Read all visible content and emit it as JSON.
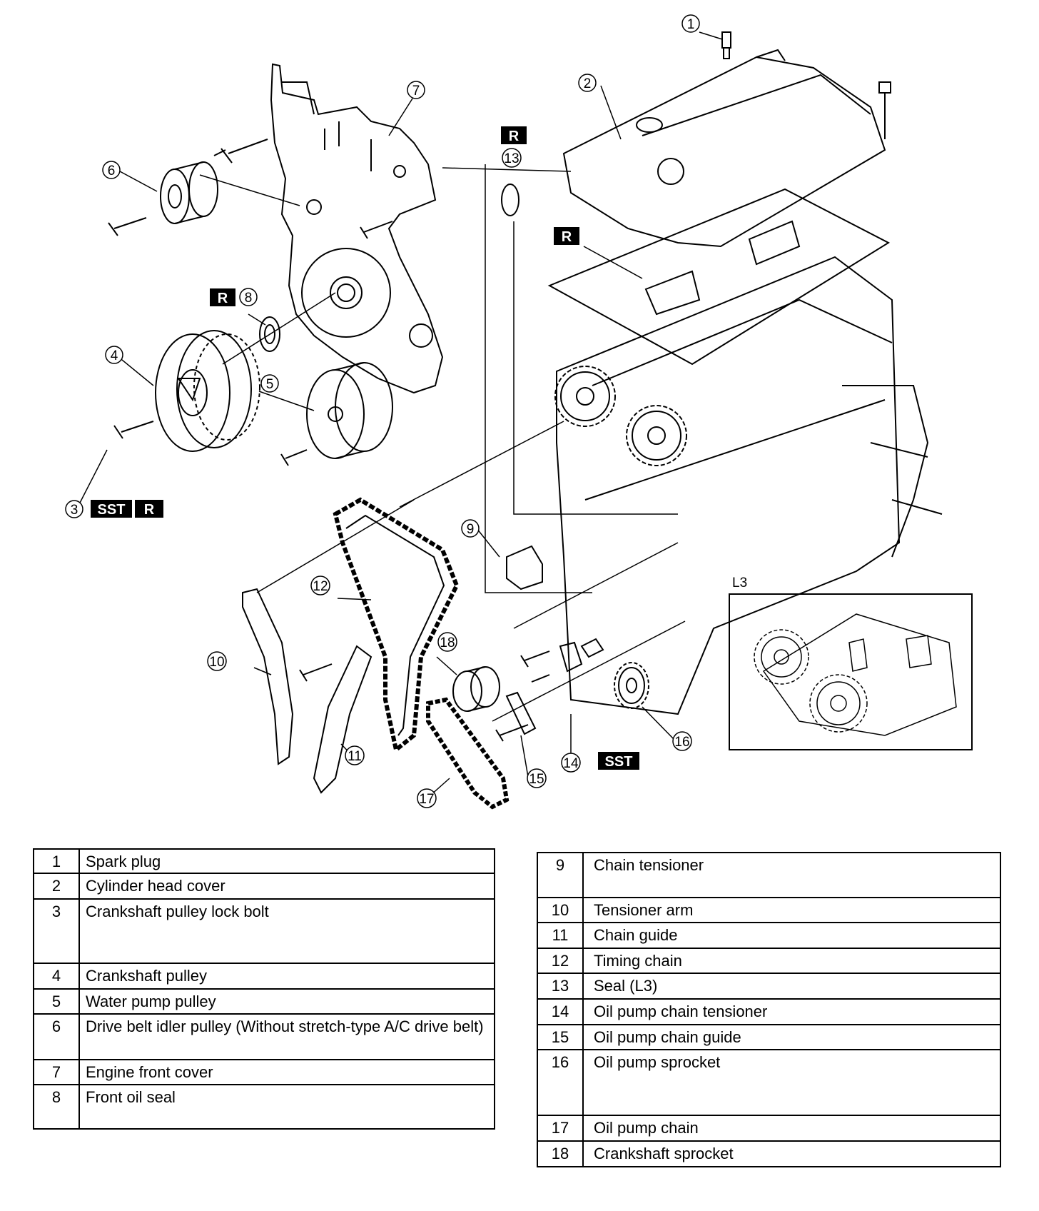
{
  "callouts": [
    {
      "id": "c1",
      "number": "1"
    },
    {
      "id": "c2",
      "number": "2"
    },
    {
      "id": "c3",
      "number": "3"
    },
    {
      "id": "c4",
      "number": "4"
    },
    {
      "id": "c5",
      "number": "5"
    },
    {
      "id": "c6",
      "number": "6"
    },
    {
      "id": "c7",
      "number": "7"
    },
    {
      "id": "c8",
      "number": "8"
    },
    {
      "id": "c9",
      "number": "9"
    },
    {
      "id": "c10",
      "number": "10"
    },
    {
      "id": "c11",
      "number": "11"
    },
    {
      "id": "c12",
      "number": "12"
    },
    {
      "id": "c13",
      "number": "13"
    },
    {
      "id": "c14",
      "number": "14"
    },
    {
      "id": "c15",
      "number": "15"
    },
    {
      "id": "c16",
      "number": "16"
    },
    {
      "id": "c17",
      "number": "17"
    },
    {
      "id": "c18",
      "number": "18"
    }
  ],
  "badges": {
    "replace": "R",
    "special_tool": "SST"
  },
  "inset": {
    "label": "L3"
  },
  "legend_left": [
    {
      "num": "1",
      "desc": "Spark plug"
    },
    {
      "num": "2",
      "desc": "Cylinder head cover"
    },
    {
      "num": "3",
      "desc": "Crankshaft pulley lock bolt"
    },
    {
      "num": "4",
      "desc": "Crankshaft pulley"
    },
    {
      "num": "5",
      "desc": "Water pump pulley"
    },
    {
      "num": "6",
      "desc": "Drive belt idler pulley (Without stretch-type A/C drive belt)"
    },
    {
      "num": "7",
      "desc": "Engine front cover"
    },
    {
      "num": "8",
      "desc": "Front oil seal"
    }
  ],
  "legend_right": [
    {
      "num": "9",
      "desc": "Chain tensioner"
    },
    {
      "num": "10",
      "desc": "Tensioner arm"
    },
    {
      "num": "11",
      "desc": "Chain guide"
    },
    {
      "num": "12",
      "desc": "Timing chain"
    },
    {
      "num": "13",
      "desc": "Seal (L3)"
    },
    {
      "num": "14",
      "desc": "Oil pump chain tensioner"
    },
    {
      "num": "15",
      "desc": "Oil pump chain guide"
    },
    {
      "num": "16",
      "desc": "Oil pump sprocket"
    },
    {
      "num": "17",
      "desc": "Oil pump chain"
    },
    {
      "num": "18",
      "desc": "Crankshaft sprocket"
    }
  ]
}
